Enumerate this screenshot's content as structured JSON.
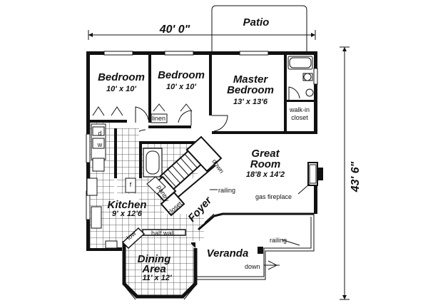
{
  "dimensions": {
    "width": "40' 0\"",
    "depth": "43' 6\""
  },
  "rooms": {
    "patio": "Patio",
    "bedroom1": {
      "name": "Bedroom",
      "size": "10' x 10'"
    },
    "bedroom2": {
      "name": "Bedroom",
      "size": "10' x 10'"
    },
    "master": {
      "name1": "Master",
      "name2": "Bedroom",
      "size": "13' x 13'6"
    },
    "closet": {
      "line1": "walk-in",
      "line2": "closet"
    },
    "great": {
      "name1": "Great",
      "name2": "Room",
      "size": "18'8 x 14'2"
    },
    "kitchen": {
      "name": "Kitchen",
      "size": "9' x 12'6"
    },
    "foyer": "Foyer",
    "dining": {
      "name1": "Dining",
      "name2": "Area",
      "size": "11' x 12'"
    },
    "veranda": "Veranda"
  },
  "labels": {
    "linen": "linen",
    "down_stair": "down",
    "railing1": "railing",
    "gas_fireplace": "gas fireplace",
    "pantry": "pantry",
    "closet_small": "closet",
    "low": "low",
    "half_wall": "half wall",
    "railing2": "railing",
    "down_veranda": "down"
  },
  "appliance_labels": {
    "dishwasher": "d",
    "washer": "w",
    "fridge": "f"
  }
}
